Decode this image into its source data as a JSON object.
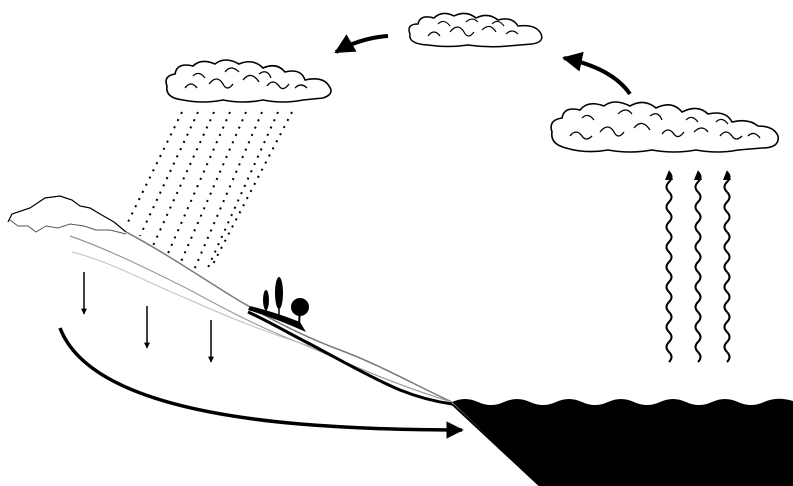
{
  "diagram": {
    "type": "water-cycle",
    "labels": [],
    "clouds": [
      {
        "role": "evaporation-cloud"
      },
      {
        "role": "condensation-cloud"
      },
      {
        "role": "precipitation-cloud"
      }
    ],
    "flows": [
      {
        "from": "ocean",
        "to": "evaporation-cloud",
        "process": "evaporation"
      },
      {
        "from": "evaporation-cloud",
        "to": "condensation-cloud",
        "process": "transport"
      },
      {
        "from": "condensation-cloud",
        "to": "precipitation-cloud",
        "process": "transport"
      },
      {
        "from": "precipitation-cloud",
        "to": "land",
        "process": "precipitation"
      },
      {
        "from": "land",
        "to": "groundwater",
        "process": "infiltration"
      },
      {
        "from": "groundwater",
        "to": "ocean",
        "process": "groundwater-flow"
      }
    ],
    "colors": {
      "ink": "#000000",
      "background": "#ffffff",
      "hill-line": "#7a7a7a"
    }
  }
}
